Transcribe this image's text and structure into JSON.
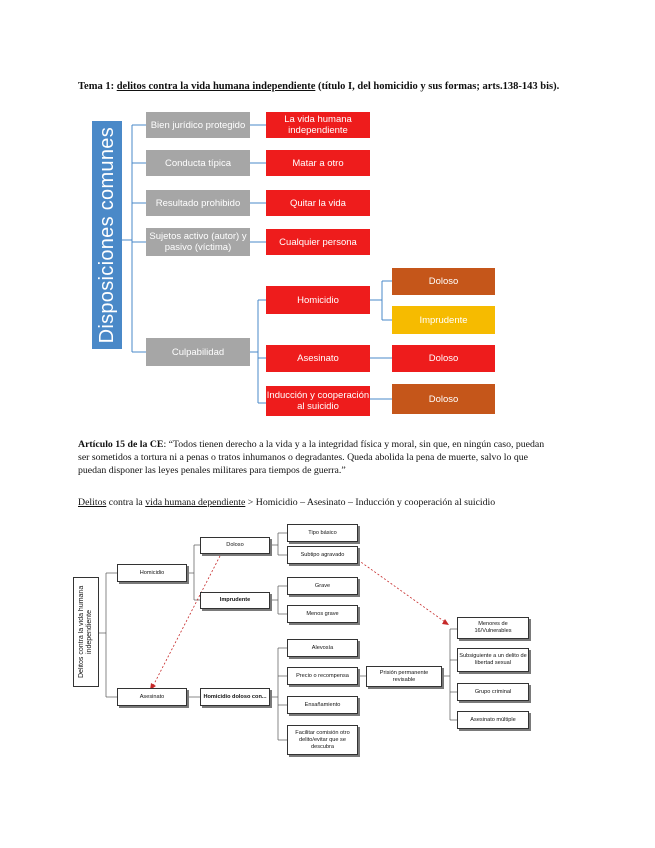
{
  "heading": {
    "prefix": "Tema 1: ",
    "topic": "delitos contra la vida humana independiente",
    "suffix": " (título I, del homicidio y sus formas; arts.138-143 bis)."
  },
  "diagram1": {
    "vertical_label": "Disposiciones comunes",
    "left_items": [
      "Bien jurídico protegido",
      "Conducta típica",
      "Resultado prohibido",
      "Sujetos activo (autor) y pasivo (víctima)",
      "Culpabilidad"
    ],
    "right_items": [
      "La vida humana independiente",
      "Matar a otro",
      "Quitar la vida",
      "Cualquier persona"
    ],
    "culpabilidad_types": [
      "Homicidio",
      "Asesinato",
      "Inducción y cooperación al suicidio"
    ],
    "outcomes": [
      "Doloso",
      "Imprudente",
      "Doloso",
      "Doloso"
    ],
    "colors": {
      "grey": "#a6a6a6",
      "red": "#ee1c1c",
      "orange": "#c5561a",
      "yellow": "#f6bb00",
      "blue": "#4a89c8"
    }
  },
  "article": {
    "label": "Artículo 15 de la CE",
    "colon": ": ",
    "quote_line1": "“Todos tienen derecho a la vida y a la integridad física y moral, sin que, en ningún caso, puedan",
    "quote_line2": "ser sometidos a tortura ni a penas o tratos inhumanos o degradantes. Queda abolida la pena de muerte, salvo lo que",
    "quote_line3": "puedan disponer las leyes penales militares para tiempos de guerra.”"
  },
  "breadcrumb": {
    "part1": "Delitos",
    "part2": " contra la ",
    "part3": "vida humana dependiente",
    "part4": " > Homicidio – Asesinato – Inducción y cooperación al suicidio"
  },
  "diagram2": {
    "root": "Delitos contra la vida humana independiente",
    "homicidio": "Homicidio",
    "asesinato": "Asesinato",
    "doloso": "Doloso",
    "imprudente": "Imprudente",
    "tipo_basico": "Tipo básico",
    "subtipo": "Subtipo agravado",
    "grave": "Grave",
    "menos_grave": "Menos grave",
    "homicidio_doloso": "Homicidio doloso con...",
    "circunstancias": [
      "Alevosía",
      "Precio o recompensa",
      "Ensañamiento",
      "Facilitar comisión otro delito/evitar que se descubra"
    ],
    "prision": "Prisión permanente revisable",
    "agravantes": [
      "Menores de 16/Vulnerables",
      "Subsiguiente a un delito de libertad sexual",
      "Grupo criminal",
      "Asesinato múltiple"
    ]
  }
}
